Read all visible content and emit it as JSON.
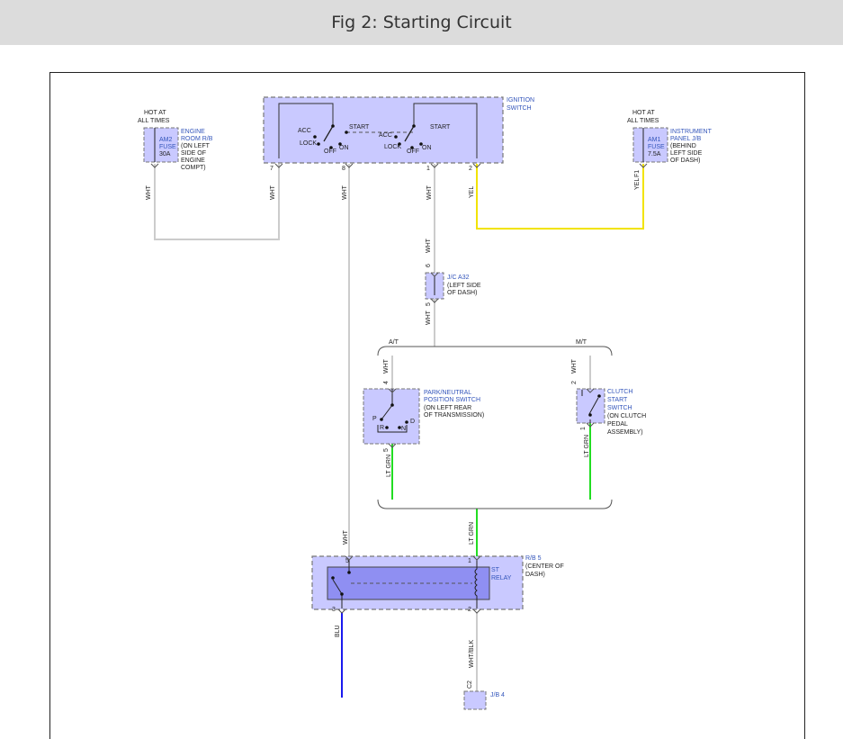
{
  "title": "Fig 2: Starting Circuit",
  "colors": {
    "wht": "#cccccc",
    "yel": "#f2e300",
    "ltgrn": "#22dd22",
    "blu": "#1a1aee",
    "box": "#c9c9ff",
    "relay": "#8f8ff2"
  },
  "components": {
    "ignition": {
      "name1": "IGNITION",
      "name2": "SWITCH",
      "acc": "ACC",
      "lock": "LOCK",
      "off": "OFF",
      "on": "ON",
      "start": "START",
      "pin7": "7",
      "pin8": "8",
      "pin1": "1",
      "pin2": "2"
    },
    "am2": {
      "hot1": "HOT AT",
      "hot2": "ALL TIMES",
      "fuse1": "AM2",
      "fuse2": "FUSE",
      "fuse3": "30A",
      "loc1": "ENGINE",
      "loc2": "ROOM R/B",
      "loc3": "(ON LEFT",
      "loc4": "SIDE OF",
      "loc5": "ENGINE",
      "loc6": "COMPT)"
    },
    "am1": {
      "hot1": "HOT AT",
      "hot2": "ALL TIMES",
      "fuse1": "AM1",
      "fuse2": "FUSE",
      "fuse3": "7.5A",
      "loc1": "INSTRUMENT",
      "loc2": "PANEL J/B",
      "loc3": "(BEHIND",
      "loc4": "LEFT SIDE",
      "loc5": "OF DASH)",
      "pin": "F1"
    },
    "jc": {
      "name": "J/C A32",
      "loc1": "(LEFT SIDE",
      "loc2": "OF DASH)",
      "pin6": "6",
      "pin5": "5"
    },
    "branch": {
      "at": "A/T",
      "mt": "M/T"
    },
    "pnp": {
      "name1": "PARK/NEUTRAL",
      "name2": "POSITION SWITCH",
      "loc1": "(ON LEFT REAR",
      "loc2": "OF TRANSMISSION)",
      "p": "P",
      "r": "R",
      "n": "N",
      "d": "D",
      "pin4": "4",
      "pin5": "5"
    },
    "clutch": {
      "name1": "CLUTCH",
      "name2": "START",
      "name3": "SWITCH",
      "loc1": "(ON CLUTCH",
      "loc2": "PEDAL",
      "loc3": "ASSEMBLY)",
      "pin2": "2",
      "pin1": "1"
    },
    "relay": {
      "rb": "R/B 5",
      "loc1": "(CENTER OF",
      "loc2": "DASH)",
      "st1": "ST",
      "st2": "RELAY",
      "pin5": "5",
      "pin1": "1",
      "pin3": "3",
      "pin2": "2"
    },
    "jb": {
      "pin": "C2",
      "name": "J/B 4"
    }
  },
  "wires": {
    "wht": "WHT",
    "yel": "YEL",
    "ltgrn": "LT GRN",
    "blu": "BLU",
    "whtblk": "WHT/BLK"
  }
}
